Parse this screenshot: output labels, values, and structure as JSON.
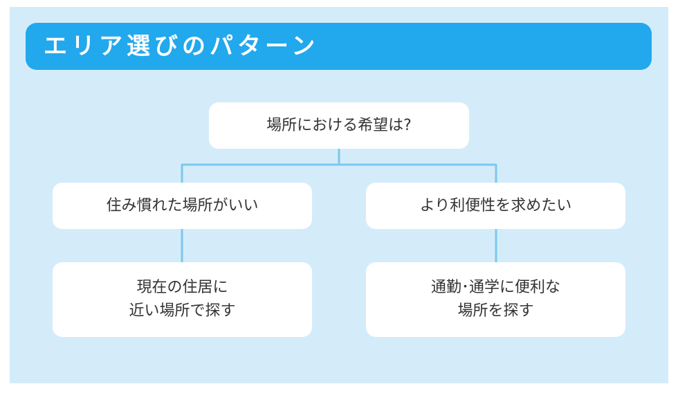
{
  "title": "エリア選びのパターン",
  "colors": {
    "panel_background": "#d4ecfa",
    "title_bar": "#22a8ec",
    "connector": "#7cc7ef",
    "node_background": "#ffffff"
  },
  "tree": {
    "root": "場所における希望は?",
    "left": {
      "label": "住み慣れた場所がいい",
      "child": {
        "line1": "現在の住居に",
        "line2": "近い場所で探す"
      }
    },
    "right": {
      "label": "より利便性を求めたい",
      "child": {
        "line1": "通勤･通学に便利な",
        "line2": "場所を探す"
      }
    }
  }
}
